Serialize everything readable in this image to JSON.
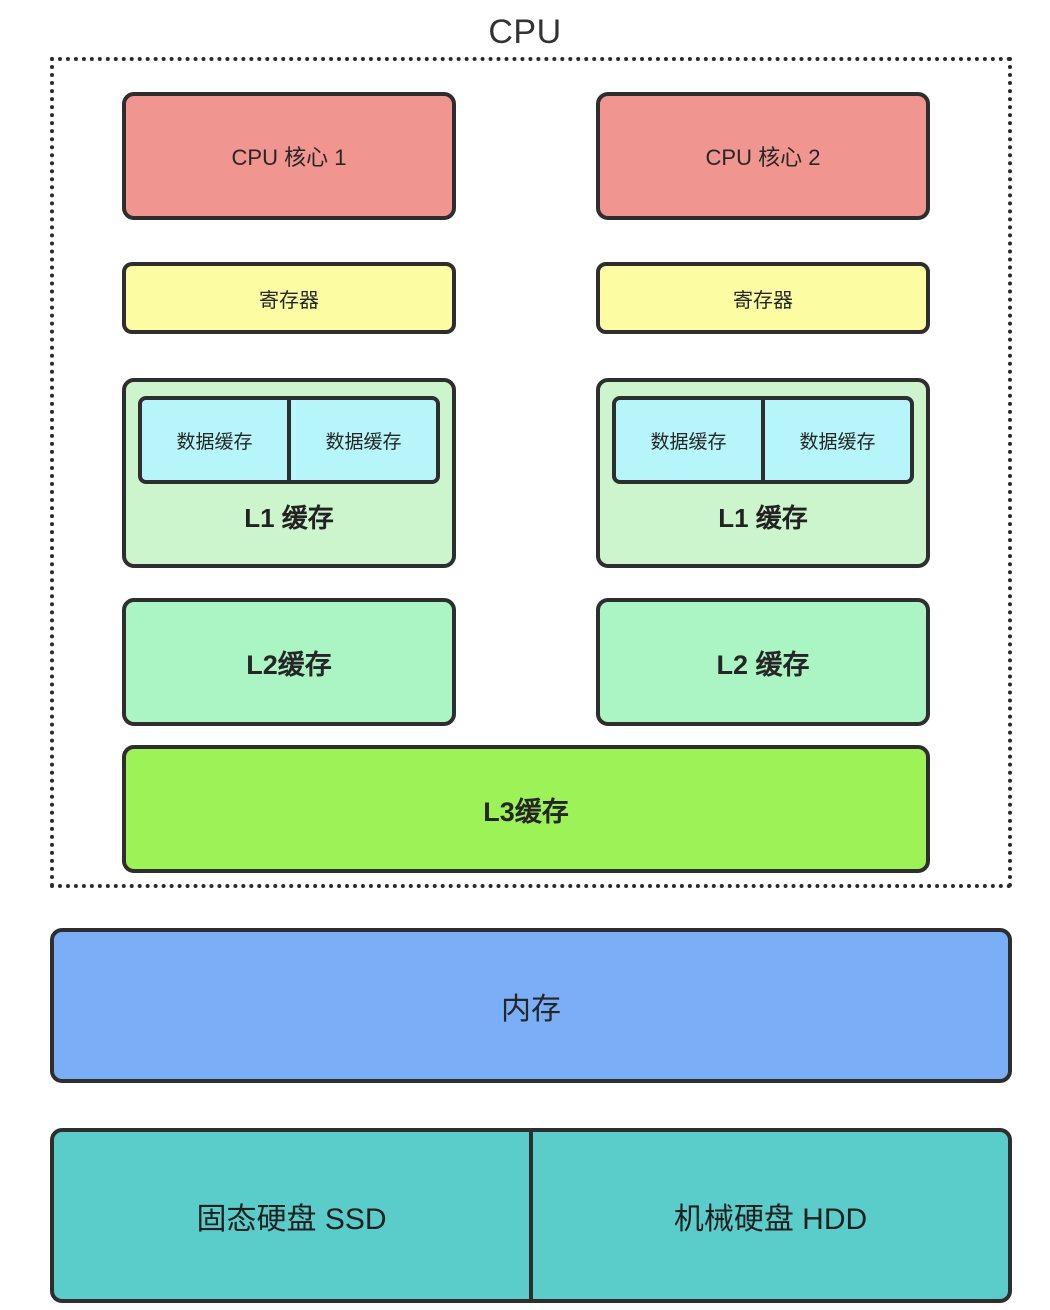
{
  "diagram": {
    "title": "CPU",
    "cpu_container": {
      "label": "CPU",
      "border_style": "dotted"
    },
    "cores": [
      {
        "core_label": "CPU 核心 1",
        "register_label": "寄存器",
        "l1": {
          "label": "L1 缓存",
          "cells": [
            "数据缓存",
            "数据缓存"
          ]
        },
        "l2_label": "L2缓存"
      },
      {
        "core_label": "CPU 核心 2",
        "register_label": "寄存器",
        "l1": {
          "label": "L1 缓存",
          "cells": [
            "数据缓存",
            "数据缓存"
          ]
        },
        "l2_label": "L2 缓存"
      }
    ],
    "l3_label": "L3缓存",
    "memory_label": "内存",
    "storage": [
      "固态硬盘 SSD",
      "机械硬盘 HDD"
    ]
  },
  "colors": {
    "core": "#F0958F",
    "register": "#FCFCA2",
    "l1_group": "#CDF5CD",
    "l1_cell": "#B6F6FA",
    "l2": "#ABF5C4",
    "l3": "#9CF257",
    "memory": "#7AAFF8",
    "storage": "#5ACCCA",
    "stroke": "#2E2E2E",
    "text": "#262626",
    "background": "#FFFFFF"
  }
}
